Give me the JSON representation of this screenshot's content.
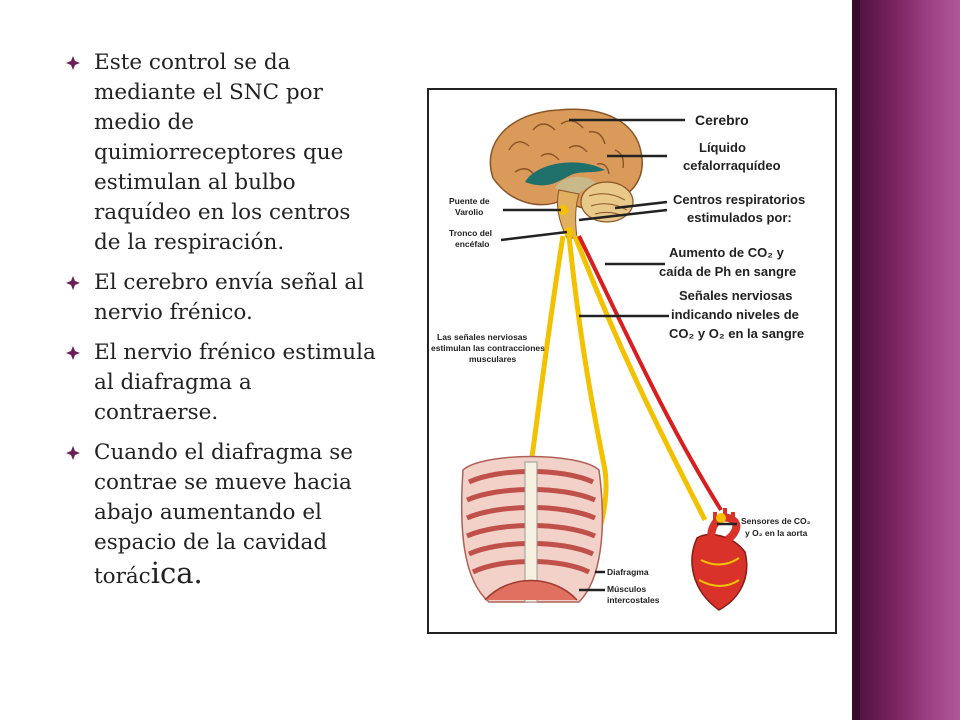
{
  "bullets": [
    {
      "text": "Este control se da mediante el SNC por medio de quimiorreceptores que estimulan al bulbo raquídeo en los centros de la respiración."
    },
    {
      "text": "El cerebro envía señal al nervio frénico."
    },
    {
      "text": "El nervio frénico estimula al diafragma a contraerse."
    },
    {
      "text_main": "Cuando el diafragma se contrae se mueve hacia abajo aumentando el espacio de la cavidad torác",
      "text_tail": "ica."
    }
  ],
  "figure": {
    "labels": {
      "cerebro": "Cerebro",
      "liquido_1": "Líquido",
      "liquido_2": "cefalorraquídeo",
      "puente_1": "Puente de",
      "puente_2": "Varolio",
      "centros_1": "Centros respiratorios",
      "centros_2": "estimulados por:",
      "tronco_1": "Tronco del",
      "tronco_2": "encéfalo",
      "aumento_1": "Aumento de CO₂ y",
      "aumento_2": "caída de Ph en sangre",
      "senales_1": "Señales nerviosas",
      "senales_2": "indicando niveles de",
      "senales_3": "CO₂ y O₂ en la sangre",
      "contracc_1": "Las señales nerviosas",
      "contracc_2": "estimulan las contracciones",
      "contracc_3": "musculares",
      "sensores_1": "Sensores de CO₂",
      "sensores_2": "y O₂ en la aorta",
      "diafragma": "Diafragma",
      "musculos_1": "Músculos",
      "musculos_2": "intercostales"
    },
    "colors": {
      "nerve_yellow": "#f2c200",
      "nerve_red": "#d81e1e",
      "brain": "#d99a5a",
      "csf": "#1f6f6a",
      "heart": "#d8322a",
      "ribs": "#e9b8b0"
    }
  }
}
